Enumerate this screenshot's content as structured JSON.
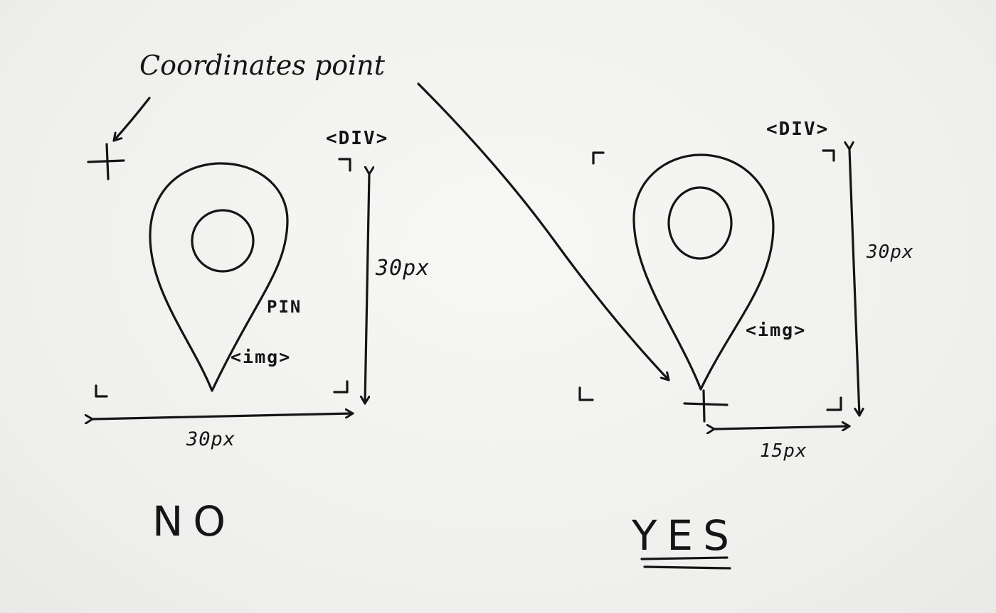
{
  "annotation": "Coordinates point",
  "left": {
    "div_tag": "<DIV>",
    "pin_label": "PIN",
    "img_tag": "<img>",
    "height_label": "30px",
    "width_label": "30px",
    "verdict": "NO"
  },
  "right": {
    "div_tag": "<DIV>",
    "img_tag": "<img>",
    "height_label": "30px",
    "offset_label": "15px",
    "verdict": "YES"
  }
}
